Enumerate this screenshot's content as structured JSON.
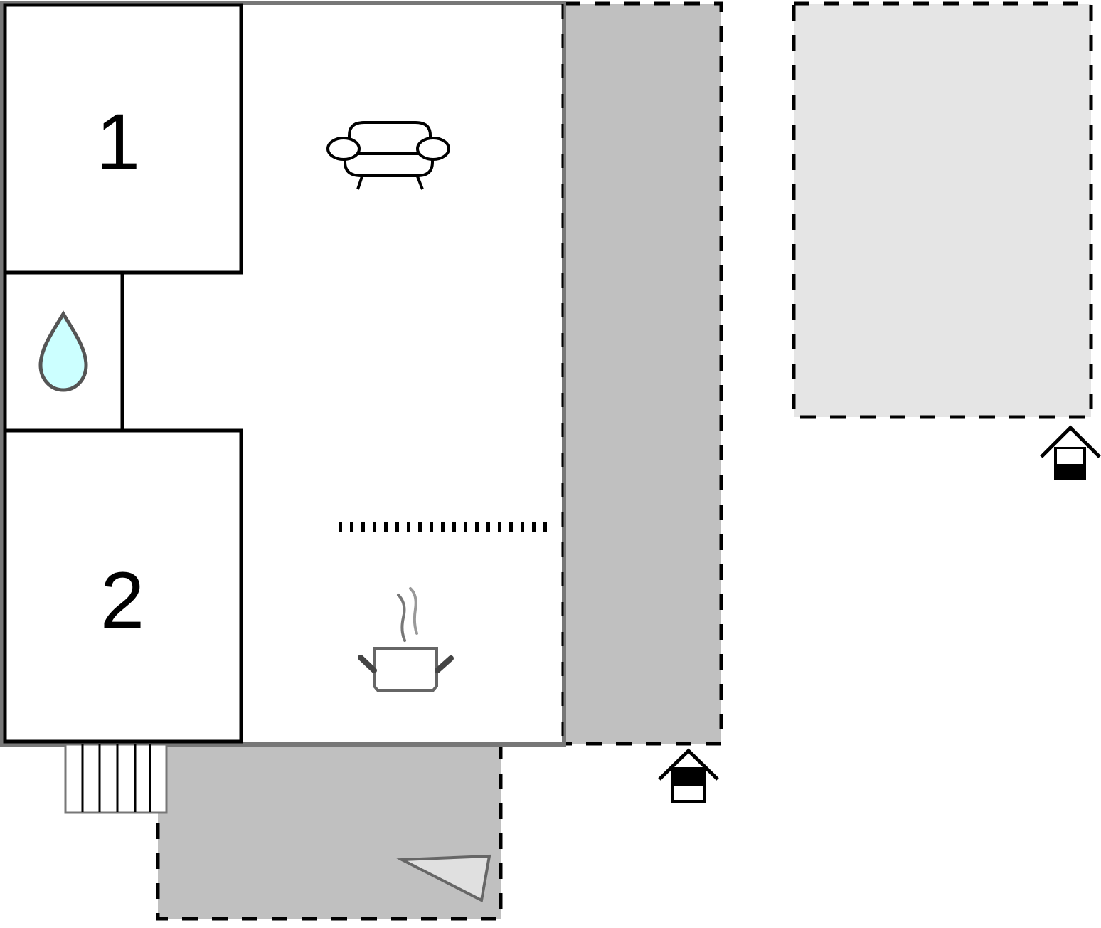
{
  "plan": {
    "rooms": [
      {
        "id": "bedroom-1",
        "label": "1"
      },
      {
        "id": "bedroom-2",
        "label": "2"
      }
    ],
    "icons": [
      {
        "name": "sofa-icon",
        "meaning": "living room"
      },
      {
        "name": "water-drop-icon",
        "meaning": "bathroom"
      },
      {
        "name": "cooking-pot-icon",
        "meaning": "kitchen"
      },
      {
        "name": "stairs-icon",
        "meaning": "entrance steps"
      },
      {
        "name": "house-outdoor-icon",
        "meaning": "outdoor / terrace"
      },
      {
        "name": "house-outdoor-icon-2",
        "meaning": "outdoor / garden"
      },
      {
        "name": "triangle-icon",
        "meaning": "terrace marker"
      }
    ]
  },
  "colors": {
    "wall": "#000000",
    "outer_wall": "#777777",
    "terrace": "#c0c0c0",
    "garden": "#e5e5e5",
    "water": "#ccffff",
    "triangle_fill": "#e0e0e0"
  }
}
